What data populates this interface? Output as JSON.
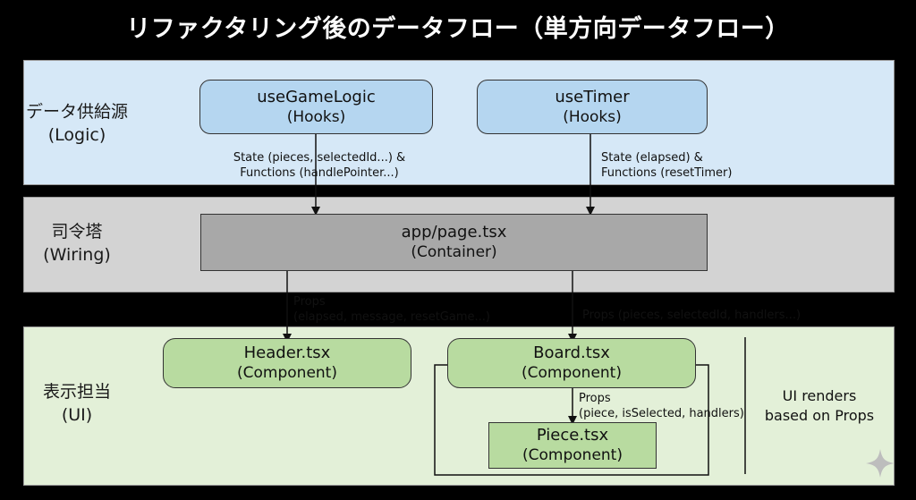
{
  "title": "リファクタリング後のデータフロー（単方向データフロー）",
  "layers": {
    "logic": {
      "label_jp": "データ供給源",
      "label_en": "(Logic)"
    },
    "wiring": {
      "label_jp": "司令塔",
      "label_en": "(Wiring)"
    },
    "ui": {
      "label_jp": "表示担当",
      "label_en": "(UI)"
    }
  },
  "nodes": {
    "use_game_logic": {
      "name": "useGameLogic",
      "kind": "(Hooks)"
    },
    "use_timer": {
      "name": "useTimer",
      "kind": "(Hooks)"
    },
    "page": {
      "name": "app/page.tsx",
      "kind": "(Container)"
    },
    "header": {
      "name": "Header.tsx",
      "kind": "(Component)"
    },
    "board": {
      "name": "Board.tsx",
      "kind": "(Component)"
    },
    "piece": {
      "name": "Piece.tsx",
      "kind": "(Component)"
    }
  },
  "edges": {
    "game_logic_to_page": {
      "line1": "State (pieces, selectedId...) &",
      "line2": "Functions (handlePointer...)"
    },
    "timer_to_page": {
      "line1": "State (elapsed) &",
      "line2": "Functions (resetTimer)"
    },
    "page_to_header": {
      "line1": "Props",
      "line2": "(elapsed, message, resetGame...)"
    },
    "page_to_board": {
      "line1": "Props (pieces, selectedId, handlers...)"
    },
    "board_to_piece": {
      "line1": "Props",
      "line2": "(piece, isSelected, handlers)"
    }
  },
  "note": {
    "line1": "UI renders",
    "line2": "based on Props"
  },
  "colors": {
    "logic_band": "#d6e8f7",
    "wiring_band": "#d3d3d3",
    "ui_band": "#e3f0d8",
    "hook_node": "#b5d6f0",
    "container_node": "#a8a8a8",
    "component_node": "#b8dba0"
  },
  "icons": {
    "corner": "sparkle-icon"
  }
}
